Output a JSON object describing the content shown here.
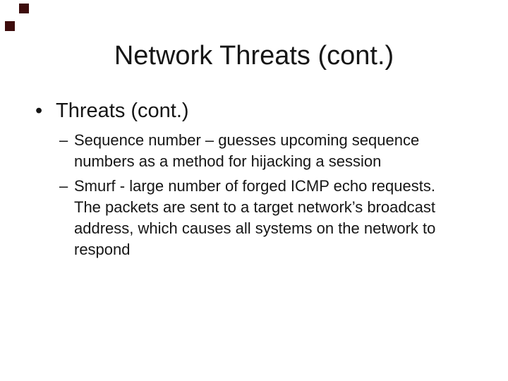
{
  "slide": {
    "title": "Network Threats (cont.)",
    "bullet": {
      "marker": "•",
      "label": "Threats (cont.)"
    },
    "sub_bullets": [
      {
        "marker": "–",
        "text": "Sequence number – guesses upcoming sequence\nnumbers as a method for hijacking a session"
      },
      {
        "marker": "–",
        "text": "Smurf - large number of forged ICMP echo requests.\nThe packets are sent to a target network’s broadcast\naddress, which causes all systems on the network to\nrespond"
      }
    ],
    "watermark": {
      "color": "#3D0C0C"
    }
  },
  "colors": {
    "background": "#FFFFFF",
    "text": "#161616"
  }
}
